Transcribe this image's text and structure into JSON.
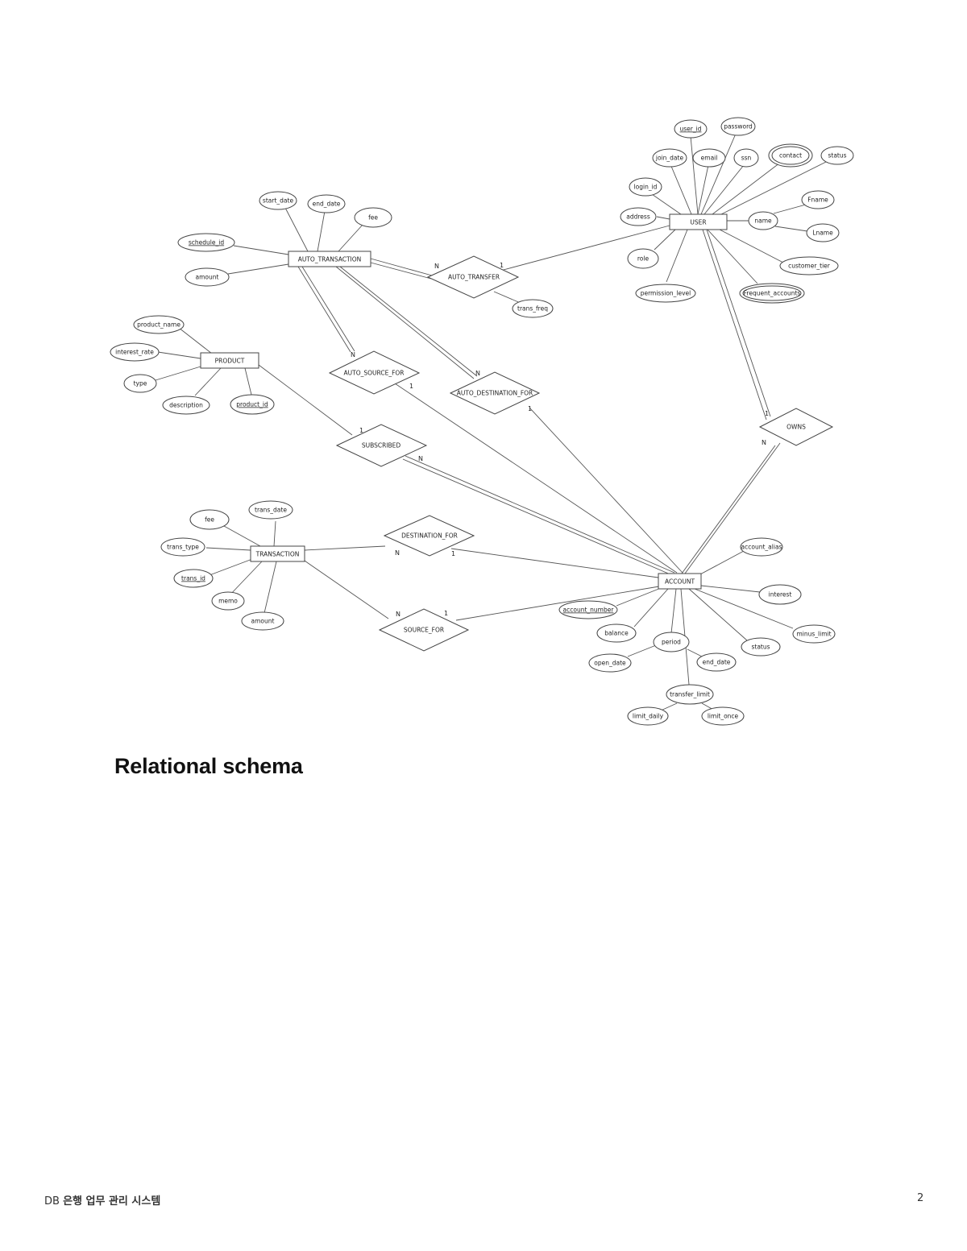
{
  "diagram": {
    "entities": {
      "user": "USER",
      "auto_transaction": "AUTO_TRANSACTION",
      "product": "PRODUCT",
      "transaction": "TRANSACTION",
      "account": "ACCOUNT"
    },
    "relationships": {
      "auto_transfer": "AUTO_TRANSFER",
      "auto_source_for": "AUTO_SOURCE_FOR",
      "auto_destination_for": "AUTO_DESTINATION_FOR",
      "subscribed": "SUBSCRIBED",
      "owns": "OWNS",
      "destination_for": "DESTINATION_FOR",
      "source_for": "SOURCE_FOR"
    },
    "attributes": {
      "user_id": "user_id",
      "password": "password",
      "join_date": "join_date",
      "email": "email",
      "ssn": "ssn",
      "contact": "contact",
      "status_user": "status",
      "login_id": "login_id",
      "address": "address",
      "name": "name",
      "fname": "Fname",
      "lname": "Lname",
      "role": "role",
      "customer_tier": "customer_tier",
      "permission_level": "permission_level",
      "frequent_accounts": "Frequent_accounts",
      "start_date": "start_date",
      "end_date_auto": "end_date",
      "fee_auto": "fee",
      "schedule_id": "schedule_id",
      "amount_auto": "amount",
      "trans_freq": "trans_freq",
      "product_name": "product_name",
      "interest_rate": "interest_rate",
      "type": "type",
      "description": "description",
      "product_id": "product_id",
      "fee_trans": "fee",
      "trans_date": "trans_date",
      "trans_type": "trans_type",
      "trans_id": "trans_id",
      "memo": "memo",
      "amount_trans": "amount",
      "account_alias": "account_alias",
      "interest": "interest",
      "minus_limit": "minus_limit",
      "status_account": "status",
      "account_number": "account_number",
      "balance": "balance",
      "period": "period",
      "open_date": "open_date",
      "end_date_account": "end_date",
      "transfer_limit": "transfer_limit",
      "limit_daily": "limit_daily",
      "limit_once": "limit_once"
    },
    "cardinality": {
      "one": "1",
      "many": "N"
    }
  },
  "heading": "Relational schema",
  "footer": {
    "prefix": "DB",
    "title": "은행 업무 관리 시스템",
    "page_number": "2"
  }
}
